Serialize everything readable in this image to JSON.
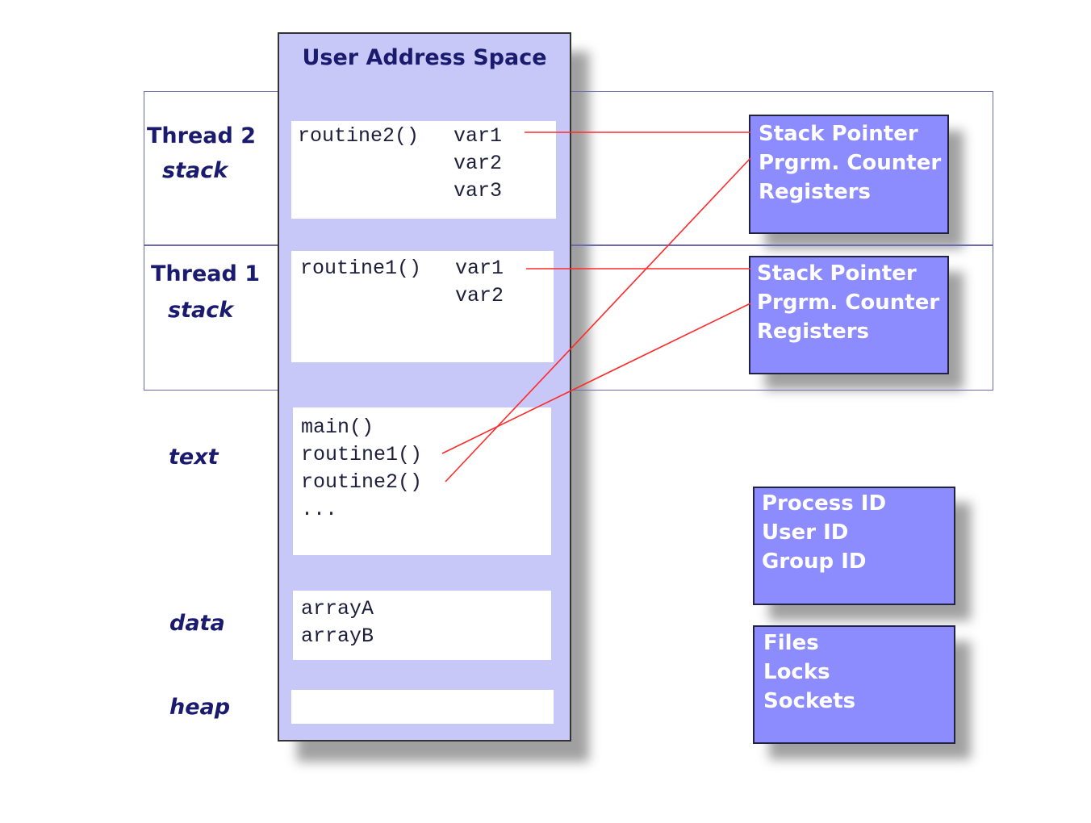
{
  "address_space": {
    "title": "User Address Space",
    "segments": {
      "thread2": {
        "label_line1": "Thread 2",
        "label_line2": "stack",
        "code_routine": "routine2()",
        "code_vars": "var1\nvar2\nvar3"
      },
      "thread1": {
        "label_line1": "Thread 1",
        "label_line2": "stack",
        "code_routine": "routine1()",
        "code_vars": "var1\nvar2"
      },
      "text": {
        "label": "text",
        "code": "main()\nroutine1()\nroutine2()\n..."
      },
      "data": {
        "label": "data",
        "code": "arrayA\narrayB"
      },
      "heap": {
        "label": "heap"
      }
    }
  },
  "thread_contexts": {
    "thread2": {
      "line1": "Stack Pointer",
      "line2": "Prgrm. Counter",
      "line3": "Registers"
    },
    "thread1": {
      "line1": "Stack Pointer",
      "line2": "Prgrm. Counter",
      "line3": "Registers"
    }
  },
  "process_ids": {
    "line1": "Process ID",
    "line2": "User ID",
    "line3": "Group ID"
  },
  "resources": {
    "line1": "Files",
    "line2": "Locks",
    "line3": "Sockets"
  },
  "colors": {
    "address_space_fill": "#c8c8f8",
    "info_box_fill": "#8c8cff",
    "label_text": "#1a1a6e",
    "connector_line": "#ff2a2a"
  }
}
